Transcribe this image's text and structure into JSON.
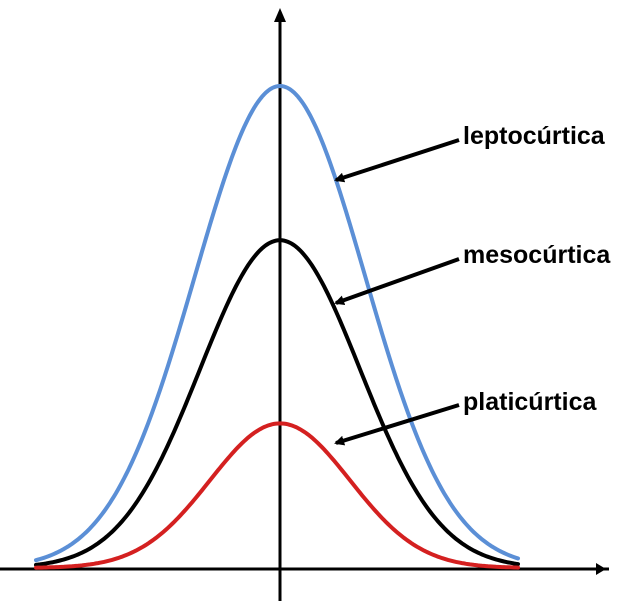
{
  "colors": {
    "background": "#ffffff",
    "axes": "#000000",
    "arrows": "#000000",
    "label_text": "#000000"
  },
  "curves": [
    {
      "key": "leptocurtica",
      "label": "leptocúrtica",
      "color": "#5b8fd6",
      "relative_peak": 1.0
    },
    {
      "key": "mesocurtica",
      "label": "mesocúrtica",
      "color": "#000000",
      "relative_peak": 0.68
    },
    {
      "key": "platicurtica",
      "label": "platicúrtica",
      "color": "#d42020",
      "relative_peak": 0.3
    }
  ]
}
